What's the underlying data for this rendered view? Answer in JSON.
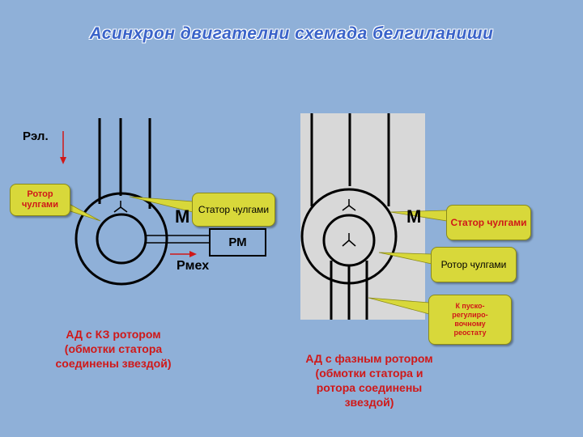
{
  "title": "Асинхрон двигателни схемада белгиланиши",
  "left": {
    "p_el": "Рэл.",
    "m": "М",
    "pm": "РМ",
    "p_mex": "Рмех",
    "rotor_callout": "Ротор чулгами",
    "stator_callout": "Статор чулгами",
    "caption": [
      "АД с КЗ ротором",
      "(обмотки статора",
      "соединены звездой)"
    ]
  },
  "right": {
    "m": "М",
    "stator_callout": "Статор чулгами",
    "rotor_callout": "Ротор чулгами",
    "rheostat_callout": [
      "К пуско-",
      "регулиро-",
      "вочному",
      "реостату"
    ],
    "caption": [
      "АД с фазным ротором",
      "(обмотки статора и",
      "ротора соединены",
      "звездой)"
    ]
  },
  "colors": {
    "background": "#8fb0d8",
    "panel": "#d8d8d8",
    "callout": "#d8d83a",
    "red": "#d01818",
    "title": "#3a63c9"
  }
}
